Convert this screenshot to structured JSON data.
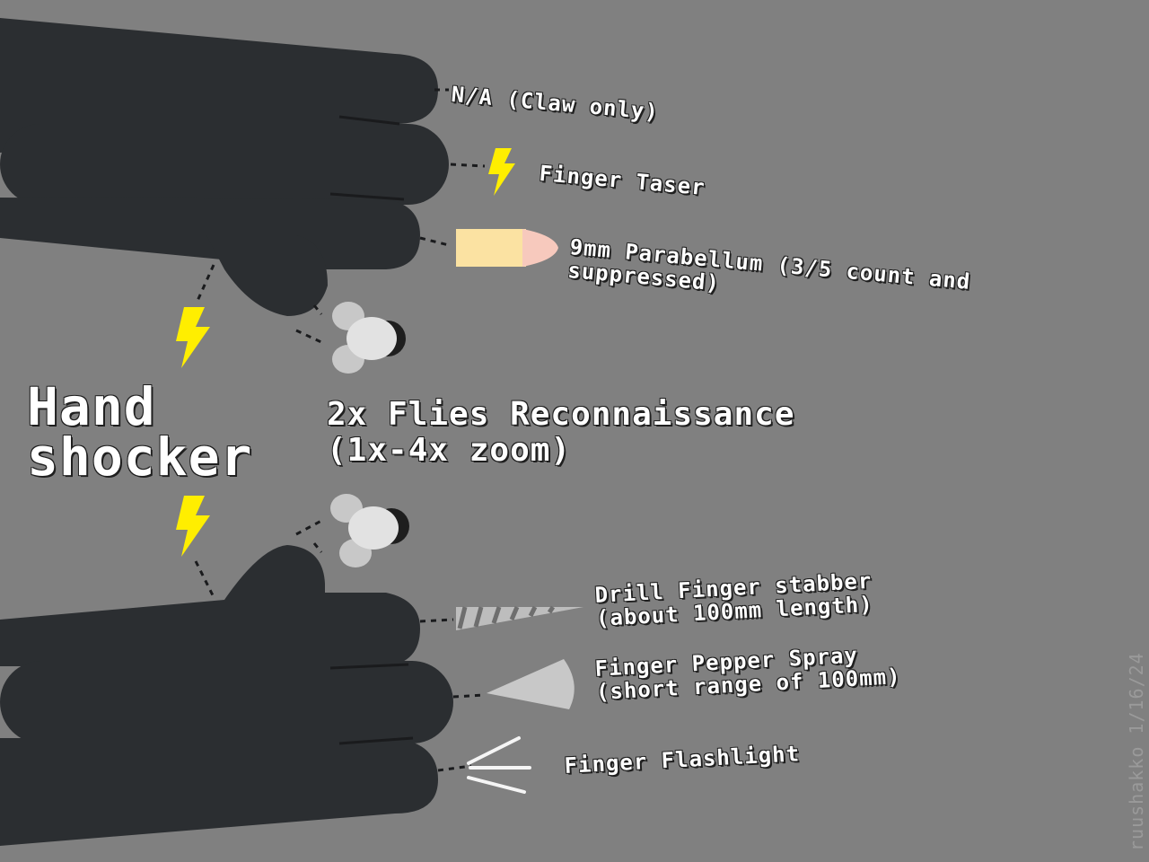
{
  "labels": {
    "top_finger_1": "N/A (Claw only)",
    "top_finger_2": "Finger Taser",
    "top_finger_3_line1": "9mm Parabellum (3/5 count and",
    "top_finger_3_line2": "suppressed)",
    "hand_shocker_line1": "Hand",
    "hand_shocker_line2": "shocker",
    "flies_line1": "2x Flies Reconnaissance",
    "flies_line2": "(1x-4x zoom)",
    "bottom_finger_1_line1": "Drill Finger stabber",
    "bottom_finger_1_line2": "(about 100mm length)",
    "bottom_finger_2_line1": "Finger Pepper Spray",
    "bottom_finger_2_line2": "(short range of 100mm)",
    "bottom_finger_3": "Finger Flashlight"
  },
  "watermark": "ruushakko 1/16/24",
  "colors": {
    "background": "#808080",
    "hand": "#2b2e31",
    "bolt": "#ffee00",
    "bullet_case": "#fbe2a2",
    "bullet_tip": "#f7c9bd",
    "fly": "#e2e2e2",
    "drill": "#bdbdbd",
    "spray": "#c8c8c8"
  },
  "icons": [
    "lightning-bolt-icon",
    "bullet-icon",
    "fly-icon",
    "drill-icon",
    "spray-cone-icon",
    "flashlight-beam-icon"
  ]
}
